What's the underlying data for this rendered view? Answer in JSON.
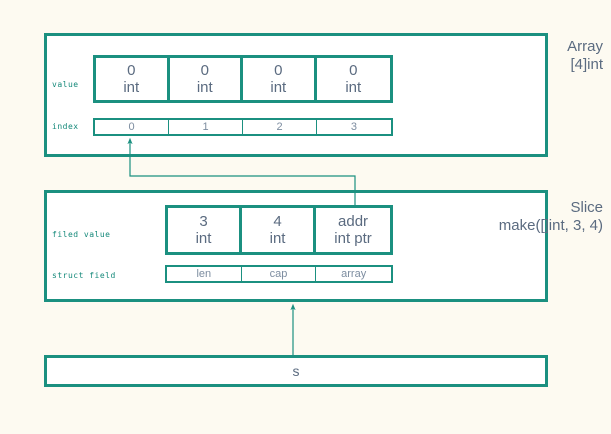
{
  "diagram": {
    "title_hidden": "Go slice memory layout",
    "background_color": "#fdfaf1",
    "accent_color": "#1b9080",
    "text_color": "#5b6b80"
  },
  "array_section": {
    "title_line1": "Array",
    "title_line2": "[4]int",
    "row_labels": {
      "value": "value",
      "index": "index"
    },
    "cells": [
      {
        "value": "0",
        "type": "int",
        "index": "0"
      },
      {
        "value": "0",
        "type": "int",
        "index": "1"
      },
      {
        "value": "0",
        "type": "int",
        "index": "2"
      },
      {
        "value": "0",
        "type": "int",
        "index": "3"
      }
    ]
  },
  "slice_section": {
    "title_line1": "Slice",
    "title_line2": "make([]int, 3, 4)",
    "row_labels": {
      "filed_value": "filed value",
      "struct_field": "struct field"
    },
    "cells": [
      {
        "value": "3",
        "type": "int",
        "field": "len"
      },
      {
        "value": "4",
        "type": "int",
        "field": "cap"
      },
      {
        "value": "addr",
        "type": "int ptr",
        "field": "array"
      }
    ]
  },
  "variable_section": {
    "name": "s"
  },
  "connectors": [
    {
      "name": "array-field-to-element-zero",
      "from": "slice.array",
      "to": "array.index.0"
    },
    {
      "name": "variable-to-slice-header",
      "from": "variable.s",
      "to": "slice.header"
    }
  ]
}
